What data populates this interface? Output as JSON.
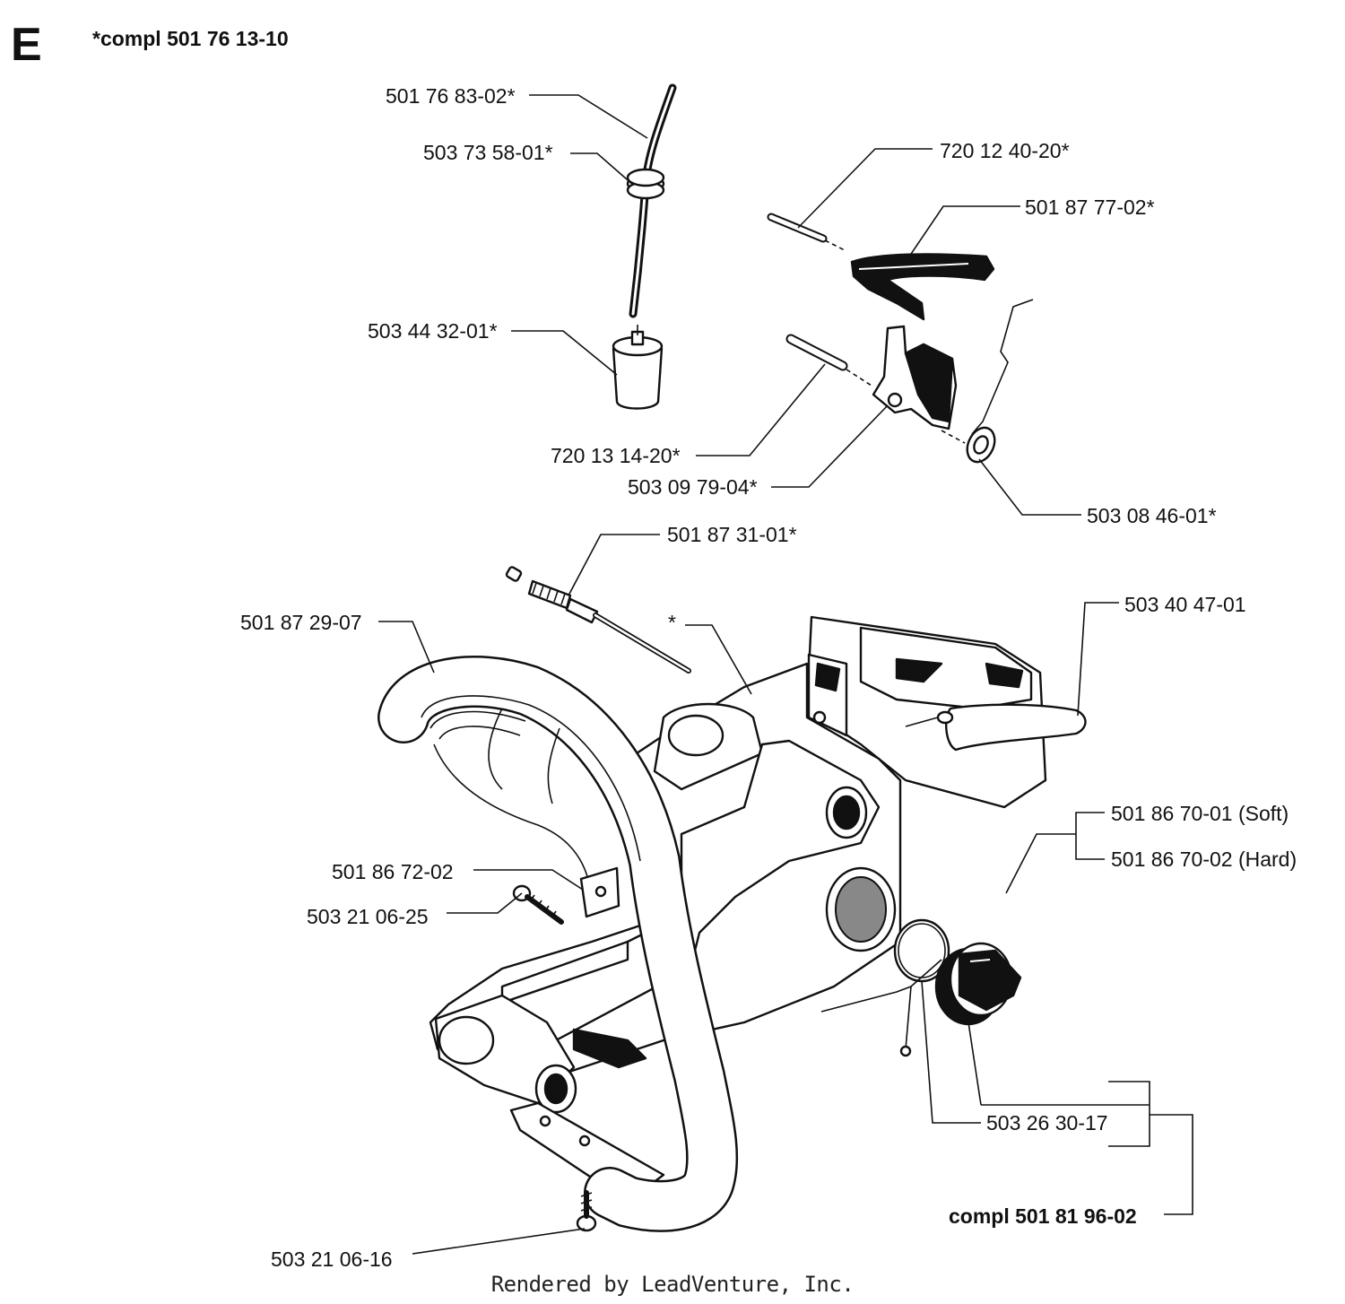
{
  "section_letter": "E",
  "complete_assembly": "*compl 501 76 13-10",
  "callouts": {
    "fuel_hose": "501 76 83-02*",
    "grommet": "503 73 58-01*",
    "fuel_filter": "503 44 32-01*",
    "pin_upper": "720 12 40-20*",
    "throttle_trigger": "501 87 77-02*",
    "pin_lower": "720 13 14-20*",
    "throttle_lockout": "503 09 79-04*",
    "spring": "503 08 46-01*",
    "screw_adjuster": "501 87 31-01*",
    "tank_asterisk": "*",
    "front_handle": "501 87 29-07",
    "rear_handle_guard": "503 40 47-01",
    "damper_soft": "501 86 70-01 (Soft)",
    "damper_hard": "501 86 70-02 (Hard)",
    "bracket": "501 86 72-02",
    "screw_bracket": "503 21 06-25",
    "fuel_cap_seal": "503 26 30-17",
    "fuel_cap_compl": "compl 501 81 96-02",
    "screw_bottom": "503 21 06-16"
  },
  "footer": "Rendered by LeadVenture, Inc."
}
